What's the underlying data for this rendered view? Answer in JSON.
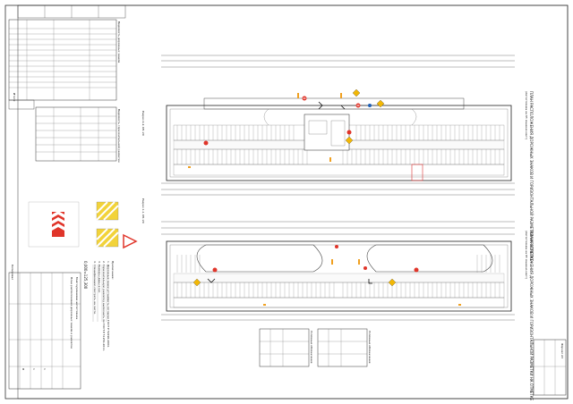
{
  "plan_titles": {
    "upper": "ПЛАН РАСПОЛОЖЕНИЯ ДОРОЖНЫХ ЗНАКОВ И ГОРИЗОНТАЛЬНОЙ РАЗМЕТКИ НА ОТМЕТКЕ",
    "upper_sub": "(Автостоянка на 85 машино-мест)",
    "lower": "ПЛАН РАСПОЛОЖЕНИЯ ДОРОЖНЫХ ЗНАКОВ И ГОРИЗОНТАЛЬНОЙ РАЗМЕТКИ НА ОТМЕТКЕ",
    "lower_sub": "(Автостоянка на 85 машино-мест)"
  },
  "section_labels": {
    "upper": "Разрез 1-1, М1:20",
    "lower": "Разрез 2-2, М1:20"
  },
  "scale_label": "0,000=125,300",
  "notes": {
    "heading": "Примечание:",
    "lines": [
      "1. Дорожные знаки установить согласно ГОСТ Р 52290-2004.",
      "2. Горизонтальную разметку выполнить по ГОСТ Р 51256-2011.",
      "3. Размеры даны в мм.",
      "4. Спецификацию смотреть на листе."
    ]
  },
  "tables": {
    "signs_title": "Ведомость дорожных знаков",
    "marking_title": "Ведомость горизонтальной разметки",
    "signs_legend_title": "Условные обозначения",
    "marking_legend_title": "Условные обозначения",
    "total_label": "Итого:"
  },
  "title_block": {
    "project": "Многоуровневая автостоянка",
    "sheet_name": "План расположения дорожных знаков и разметки",
    "stage": "П",
    "sheet": "1",
    "sheets": "1"
  },
  "footer": {
    "format": "Формат А3",
    "copied": "Копировал"
  }
}
